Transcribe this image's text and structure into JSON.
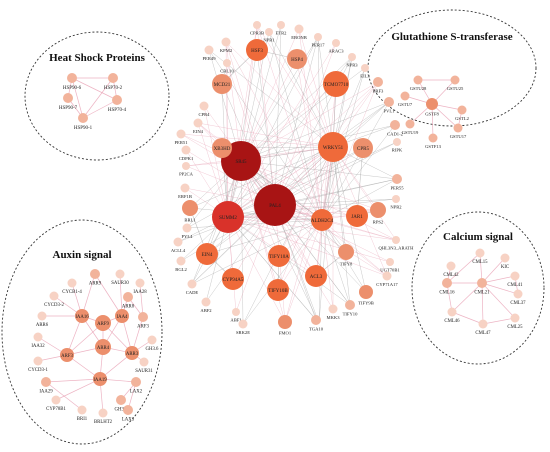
{
  "clusters": [
    {
      "title": "Heat Shock Proteins",
      "genes": [
        "HSP90-6",
        "HSP70-2",
        "HSP90-7",
        "HSP70-4",
        "HSP90-1"
      ]
    },
    {
      "title": "Glutathione S-transferase",
      "genes": [
        "GSTU28",
        "GSTU25",
        "GSTU7",
        "GSTF8",
        "GSTL2",
        "GSTU19",
        "GSTU17",
        "GSTF13"
      ]
    },
    {
      "title": "Auxin signal",
      "genes": [
        "ARR9",
        "SAUR30",
        "CYCB1-4",
        "IAA28",
        "CYCD3-2",
        "ARR8",
        "ARR6",
        "IAA16",
        "ARF9",
        "IAA4",
        "ARF3",
        "IAA32",
        "ARF3",
        "ARR4",
        "ARR3",
        "GH3.6",
        "CYCD3-1",
        "SAUR31",
        "IAA29",
        "IAA19",
        "LAX2",
        "CYP78B1",
        "GH3.1",
        "BRI1",
        "BRLHT2",
        "LAX3"
      ]
    },
    {
      "title": "Calcium signal",
      "genes": [
        "CML15",
        "CML42",
        "KIC",
        "CML41",
        "CML16",
        "CML21",
        "CML37",
        "CML46",
        "CML25",
        "CML47"
      ]
    }
  ],
  "core_genes": [
    "NPR1",
    "CPR3B",
    "ETR2",
    "EBONB",
    "PER17",
    "ARAC3",
    "PER49",
    "KPM2",
    "HSF3",
    "HSP4",
    "NPR3",
    "CBL10",
    "EIL3",
    "ERF3",
    "MCD21",
    "TCMO7710",
    "PVL1",
    "CPR4",
    "CAD1-2",
    "EIN4",
    "RIPK",
    "PER51",
    "SR45",
    "CDPK1",
    "XB3HD",
    "WRKY51",
    "CPR5",
    "PP2CA",
    "PER55",
    "ERF1B",
    "BRL1",
    "RPS2",
    "NPR2",
    "PAL4",
    "ALDH2C4",
    "JAR1",
    "PYL4",
    "QHL3N3_ARATH",
    "ACLL4",
    "SUMM2",
    "EIN4",
    "UGT70B1",
    "TIFY8",
    "CYP71A17",
    "BGL2",
    "TIFY10A",
    "CADE",
    "CYP94A5",
    "TIFY9B",
    "ACL3",
    "ABF2",
    "TIFY10B",
    "TIFY10",
    "ABF1",
    "SRK2E",
    "FMO1",
    "TGA10",
    "MKK3"
  ],
  "colors": {
    "hub_dark": "#a81414",
    "hub_red": "#d9322a",
    "node_orange": "#ef6a3a",
    "node_salmon": "#ec8f6c",
    "node_peach": "#f2b39b",
    "node_pale": "#f7d2c4",
    "edge_pink": "#e8a0b4",
    "edge_gray": "#9a9a9a",
    "ring": "#333333"
  }
}
